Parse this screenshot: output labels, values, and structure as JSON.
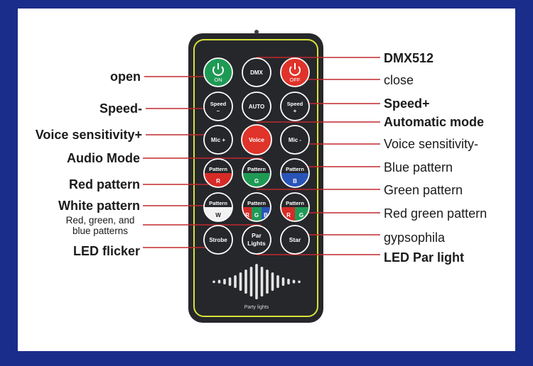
{
  "labels_left": {
    "open": "open",
    "speed_minus": "Speed-",
    "voice_sens_plus": "Voice sensitivity+",
    "audio_mode": "Audio Mode",
    "red_pattern": "Red pattern",
    "white_pattern": "White pattern",
    "rgb_patterns_line1": "Red, green, and",
    "rgb_patterns_line2": "blue patterns",
    "led_flicker": "LED flicker"
  },
  "labels_right": {
    "dmx512": "DMX512",
    "close": "close",
    "speed_plus": "Speed+",
    "automatic_mode": "Automatic mode",
    "voice_sens_minus": "Voice sensitivity-",
    "blue_pattern": "Blue pattern",
    "green_pattern": "Green pattern",
    "red_green_pattern": "Red green pattern",
    "gypsophila": "gypsophila",
    "led_par_light": "LED Par light"
  },
  "buttons": {
    "on": "ON",
    "dmx": "DMX",
    "off": "OFF",
    "speed_minus_top": "Speed",
    "speed_minus_bottom": "–",
    "auto": "AUTO",
    "speed_plus_top": "Speed",
    "speed_plus_bottom": "+",
    "mic_plus": "Mic +",
    "voice": "Voice",
    "mic_minus": "Mic -",
    "pattern": "Pattern",
    "r": "R",
    "g": "G",
    "b": "B",
    "w": "W",
    "strobe": "Strobe",
    "par_top": "Par",
    "par_bottom": "Lights",
    "star": "Star"
  },
  "remote_caption": "Party lights",
  "colors": {
    "frame": "#1a2d8a",
    "remote_body": "#26272b",
    "border_yellow": "#d8e23a",
    "leader_line": "#c0282e",
    "on_green": "#1f9a55",
    "off_red": "#e0332a",
    "pattern_red": "#d62b27",
    "pattern_green": "#1f9a55",
    "pattern_blue": "#2a55b8"
  }
}
